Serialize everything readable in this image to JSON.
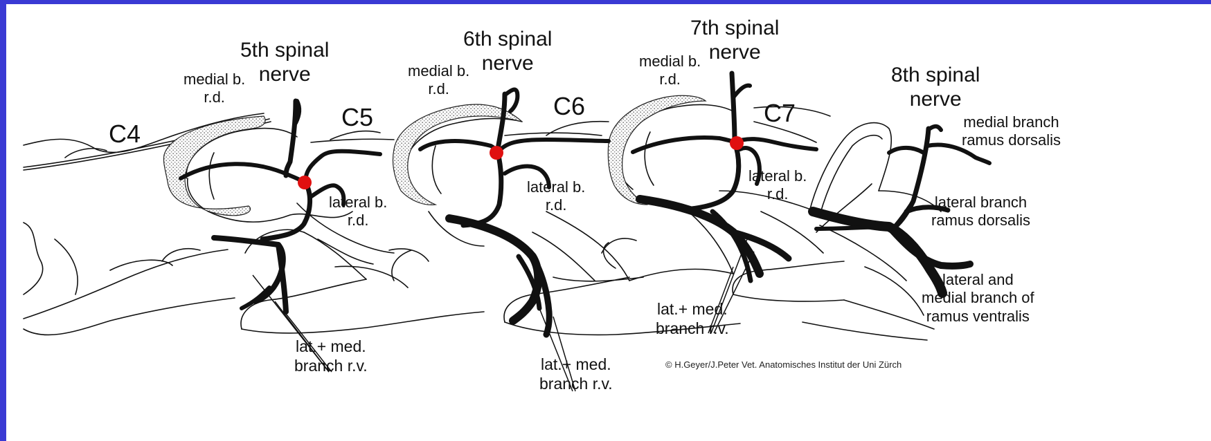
{
  "colors": {
    "frame": "#3a3ad4",
    "background": "#ffffff",
    "nerve": "#111111",
    "branch_point": "#e01010"
  },
  "vertebrae": {
    "c4": "C4",
    "c5": "C5",
    "c6": "C6",
    "c7": "C7"
  },
  "nerves": {
    "n5": [
      "5th spinal",
      "nerve"
    ],
    "n6": [
      "6th spinal",
      "nerve"
    ],
    "n7": [
      "7th spinal",
      "nerve"
    ],
    "n8": [
      "8th spinal",
      "nerve"
    ]
  },
  "labels": {
    "medial_rd_5": [
      "medial b.",
      "r.d."
    ],
    "medial_rd_6": [
      "medial b.",
      "r.d."
    ],
    "medial_rd_7": [
      "medial b.",
      "r.d."
    ],
    "lateral_rd_5": [
      "lateral b.",
      "r.d."
    ],
    "lateral_rd_6": [
      "lateral b.",
      "r.d."
    ],
    "lateral_rd_7": [
      "lateral b.",
      "r.d."
    ],
    "rv_5": [
      "lat.+ med.",
      "branch r.v."
    ],
    "rv_6": [
      "lat.+ med.",
      "branch r.v."
    ],
    "rv_7": [
      "lat.+ med.",
      "branch r.v."
    ],
    "medial_branch_8": [
      "medial branch",
      "ramus dorsalis"
    ],
    "lateral_branch_8": [
      "lateral branch",
      "ramus dorsalis"
    ],
    "ventral_branch_8": [
      "lateral and",
      "medial branch of",
      "ramus ventralis"
    ]
  },
  "copyright": "© H.Geyer/J.Peter Vet. Anatomisches Institut der Uni Zürch"
}
